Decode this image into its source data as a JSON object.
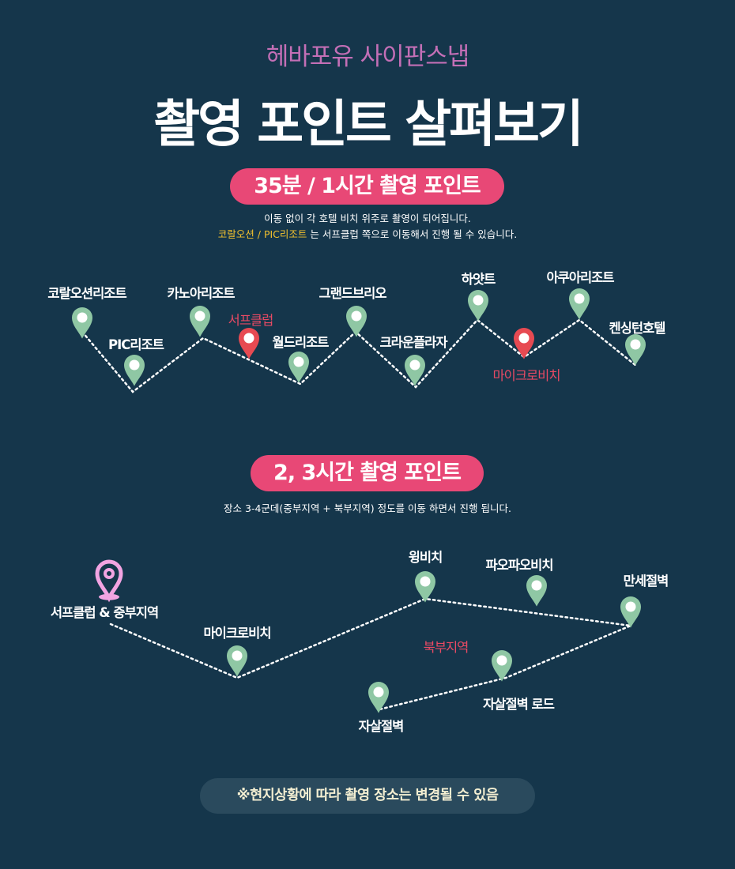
{
  "header": {
    "subtitle": "헤바포유 사이판스냅",
    "title": "촬영 포인트 살펴보기"
  },
  "section1": {
    "pill": "35분 / 1시간 촬영 포인트",
    "desc_line1": "이동 없이 각 호텔 비치 위주로 촬영이 되어집니다.",
    "desc_highlight": "코랄오션 / PIC리조트",
    "desc_line2_rest": " 는 서프클럽 쪽으로 이동해서 진행 될 수 있습니다.",
    "points": [
      {
        "label": "코랄오션리조트",
        "type": "green"
      },
      {
        "label": "PIC리조트",
        "type": "green"
      },
      {
        "label": "카노아리조트",
        "type": "green"
      },
      {
        "label": "서프클럽",
        "type": "red"
      },
      {
        "label": "월드리조트",
        "type": "green"
      },
      {
        "label": "그랜드브리오",
        "type": "green"
      },
      {
        "label": "크라운플라자",
        "type": "green"
      },
      {
        "label": "하얏트",
        "type": "green"
      },
      {
        "label": "마이크로비치",
        "type": "red"
      },
      {
        "label": "아쿠아리조트",
        "type": "green"
      },
      {
        "label": "켄싱턴호텔",
        "type": "green"
      }
    ]
  },
  "section2": {
    "pill": "2, 3시간 촬영 포인트",
    "desc": "장소 3-4군데(중부지역 + 북부지역) 정도를 이동 하면서 진행 됩니다.",
    "points": [
      {
        "label": "서프클럽 & 중부지역",
        "type": "pink"
      },
      {
        "label": "마이크로비치",
        "type": "green"
      },
      {
        "label": "윙비치",
        "type": "green"
      },
      {
        "label": "파오파오비치",
        "type": "green"
      },
      {
        "label": "만세절벽",
        "type": "green"
      },
      {
        "label": "북부지역",
        "type": "region"
      },
      {
        "label": "자살절벽 로드",
        "type": "green"
      },
      {
        "label": "자살절벽",
        "type": "green"
      }
    ]
  },
  "footer": {
    "note": "※현지상황에 따라 촬영 장소는 변경될 수 있음"
  },
  "colors": {
    "background": "#15364b",
    "accent": "#e84876",
    "pin_green": "#8fc7a4",
    "pin_red": "#e74a52",
    "pin_pink": "#f2a4e2",
    "subtitle": "#c36fb6",
    "highlight": "#f2c12e"
  }
}
